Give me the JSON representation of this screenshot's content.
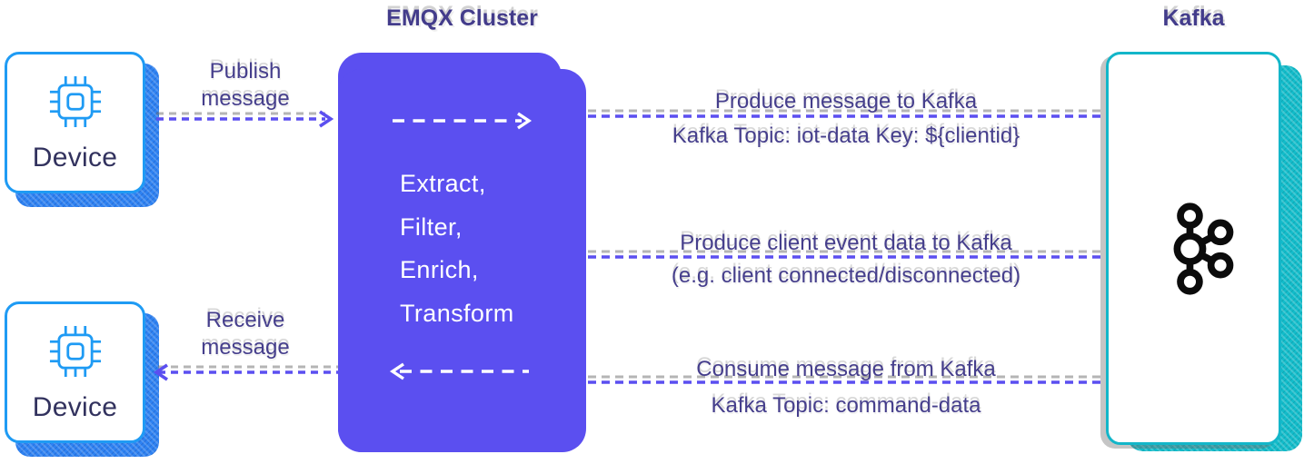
{
  "titles": {
    "emqx_cluster": "EMQX Cluster",
    "kafka": "Kafka"
  },
  "device_top": {
    "label": "Device"
  },
  "device_bottom": {
    "label": "Device"
  },
  "publish_link": {
    "label": "Publish message"
  },
  "receive_link": {
    "label": "Receive message"
  },
  "emqx_pipeline": {
    "line1": "Extract,",
    "line2": "Filter,",
    "line3": "Enrich,",
    "line4": "Transform"
  },
  "kafka_links": [
    {
      "top": "Produce message to Kafka",
      "bottom": "Kafka Topic: iot-data Key: ${clientid}"
    },
    {
      "top": "Produce client event data to Kafka",
      "bottom": "(e.g. client connected/disconnected)"
    },
    {
      "top": "Consume message from Kafka",
      "bottom": "Kafka Topic: command-data"
    }
  ],
  "icons": {
    "device": "chip-icon",
    "kafka": "kafka-logo-icon"
  },
  "colors": {
    "emqx_box": "#5b4ff0",
    "connector_purple": "#5b4ff0",
    "device_border_blue": "#1f9bf4",
    "device_shadow_blue": "#2e82f2",
    "kafka_border_teal": "#13b6c9",
    "kafka_shadow_teal": "#12bcca",
    "label_text": "#453e8c",
    "card_text": "#32325e",
    "box_text": "#ffffff",
    "kafka_logo": "#0b0b0b"
  }
}
